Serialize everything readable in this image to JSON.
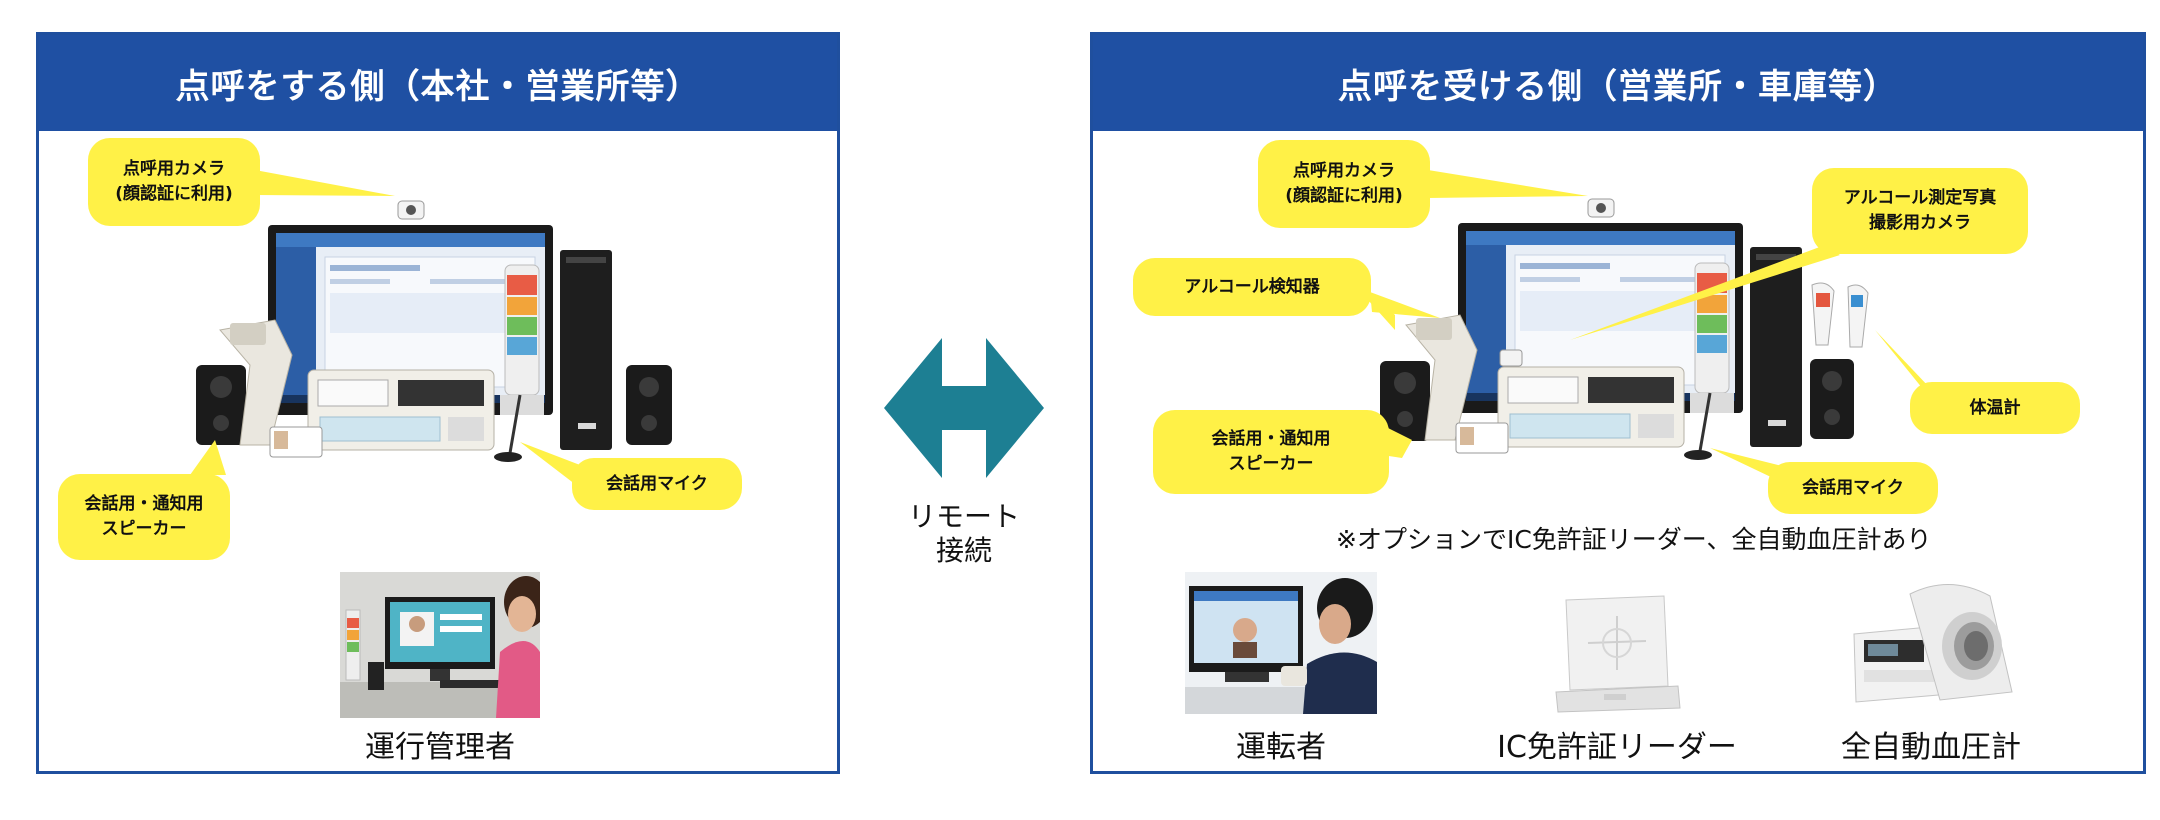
{
  "left_panel": {
    "title": "点呼をする側（本社・営業所等）",
    "callouts": {
      "camera": "点呼用カメラ\n(顔認証に利用)",
      "speaker": "会話用・通知用\nスピーカー",
      "mic": "会話用マイク"
    },
    "operator_label": "運行管理者"
  },
  "center": {
    "connection_label": "リモート\n接続",
    "arrow_color": "#1d7f93"
  },
  "right_panel": {
    "title": "点呼を受ける側（営業所・車庫等）",
    "callouts": {
      "camera": "点呼用カメラ\n(顔認証に利用)",
      "alcohol_camera": "アルコール測定写真\n撮影用カメラ",
      "alcohol_detector": "アルコール検知器",
      "thermometer": "体温計",
      "speaker": "会話用・通知用\nスピーカー",
      "mic": "会話用マイク"
    },
    "option_note": "※オプションでIC免許証リーダー、全自動血圧計あり",
    "items": [
      {
        "label": "運転者"
      },
      {
        "label": "IC免許証リーダー"
      },
      {
        "label": "全自動血圧計"
      }
    ]
  },
  "colors": {
    "header_blue": "#1f50a3",
    "callout_yellow": "#fff147",
    "arrow_teal": "#1d7f93"
  }
}
